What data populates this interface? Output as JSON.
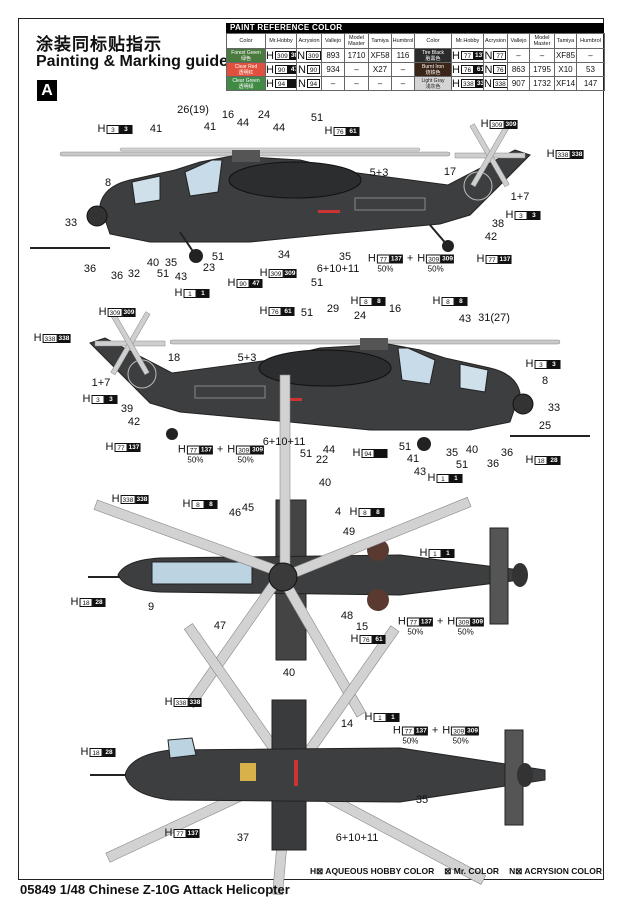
{
  "header": {
    "title_cn": "涂装同标贴指示",
    "title_en": "Painting & Marking guide",
    "marker": "A"
  },
  "paint_table": {
    "title": "PAINT  REFERENCE COLOR",
    "headers": [
      "Color",
      "Mr.Hobby",
      "Acrysion",
      "Vallejo",
      "Model Master",
      "Tamiya",
      "Humbrol",
      "Color",
      "Mr.Hobby",
      "Acrysion",
      "Vallejo",
      "Model Master",
      "Tamiya",
      "Humbrol"
    ],
    "rows": [
      {
        "left": {
          "name": "Forest Green",
          "name_cn": "绿色",
          "swatch": "#4b7a3e",
          "text": "#ffffff",
          "h": "309",
          "m": "309",
          "n": "309",
          "vallejo": "893",
          "mm": "1710",
          "tamiya": "XF58",
          "humbrol": "116"
        },
        "right": {
          "name": "Tire Black",
          "name_cn": "胎黑色",
          "swatch": "#2b2b2b",
          "text": "#ffffff",
          "h": "77",
          "m": "137",
          "n": "77",
          "vallejo": "–",
          "mm": "–",
          "tamiya": "XF85",
          "humbrol": "–"
        }
      },
      {
        "left": {
          "name": "Clear Red",
          "name_cn": "透明红",
          "swatch": "#e0503c",
          "text": "#ffffff",
          "h": "90",
          "m": "47",
          "n": "90",
          "vallejo": "934",
          "mm": "–",
          "tamiya": "X27",
          "humbrol": "–"
        },
        "right": {
          "name": "Burnt Iron",
          "name_cn": "烧铁色",
          "swatch": "#3b2418",
          "text": "#ffffff",
          "h": "76",
          "m": "61",
          "n": "76",
          "vallejo": "863",
          "mm": "1795",
          "tamiya": "X10",
          "humbrol": "53"
        }
      },
      {
        "left": {
          "name": "Clear Green",
          "name_cn": "透明绿",
          "swatch": "#3f8a45",
          "text": "#ffffff",
          "h": "94",
          "m": "",
          "n": "94",
          "vallejo": "–",
          "mm": "–",
          "tamiya": "–",
          "humbrol": "–"
        },
        "right": {
          "name": "Light Gray",
          "name_cn": "浅灰色",
          "swatch": "#d4d4d4",
          "text": "#222222",
          "h": "338",
          "m": "338",
          "n": "338",
          "vallejo": "907",
          "mm": "1732",
          "tamiya": "XF14",
          "humbrol": "147"
        }
      }
    ]
  },
  "views": [
    {
      "callouts": [
        {
          "t": "26(19)"
        },
        {
          "t": "41"
        },
        {
          "t": "41"
        },
        {
          "t": "16"
        },
        {
          "t": "44"
        },
        {
          "t": "24"
        },
        {
          "t": "44"
        },
        {
          "t": "51"
        },
        {
          "h": "76",
          "m": "61"
        },
        {
          "h": "3",
          "m": "3"
        },
        {
          "h": "309",
          "m": "309"
        },
        {
          "h": "338",
          "m": "338"
        },
        {
          "t": "8"
        },
        {
          "t": "5+3"
        },
        {
          "t": "17"
        },
        {
          "t": "1+7"
        },
        {
          "h": "3",
          "m": "3"
        },
        {
          "t": "38"
        },
        {
          "t": "33"
        },
        {
          "t": "42"
        },
        {
          "h": "77",
          "m": "137"
        },
        {
          "t": "36"
        },
        {
          "t": "36"
        },
        {
          "t": "32"
        },
        {
          "t": "40"
        },
        {
          "t": "35"
        },
        {
          "t": "51"
        },
        {
          "t": "43"
        },
        {
          "t": "23"
        },
        {
          "t": "51"
        },
        {
          "t": "34"
        },
        {
          "t": "35"
        },
        {
          "t": "6+10+11"
        },
        {
          "h": "309",
          "m": "309"
        },
        {
          "t": "51"
        },
        {
          "h": "90",
          "m": "47"
        },
        {
          "h": "1",
          "m": "1"
        },
        {
          "mix": [
            {
              "h": "77",
              "m": "137",
              "p": "50%"
            },
            {
              "h": "309",
              "m": "309",
              "p": "50%"
            }
          ]
        }
      ]
    },
    {
      "callouts": [
        {
          "h": "309",
          "m": "309"
        },
        {
          "h": "338",
          "m": "338"
        },
        {
          "h": "76",
          "m": "61"
        },
        {
          "t": "51"
        },
        {
          "t": "18"
        },
        {
          "t": "5+3"
        },
        {
          "t": "1+7"
        },
        {
          "h": "3",
          "m": "3"
        },
        {
          "t": "39"
        },
        {
          "t": "42"
        },
        {
          "h": "77",
          "m": "137"
        },
        {
          "mix": [
            {
              "h": "77",
              "m": "137",
              "p": "50%"
            },
            {
              "h": "309",
              "m": "309",
              "p": "50%"
            }
          ]
        },
        {
          "t": "6+10+11"
        },
        {
          "t": "51"
        },
        {
          "t": "22"
        },
        {
          "h": "8",
          "m": "8"
        },
        {
          "t": "29"
        },
        {
          "t": "24"
        },
        {
          "t": "16"
        },
        {
          "h": "8",
          "m": "8"
        },
        {
          "t": "43"
        },
        {
          "t": "31(27)"
        },
        {
          "h": "3",
          "m": "3"
        },
        {
          "t": "8"
        },
        {
          "t": "33"
        },
        {
          "t": "25"
        },
        {
          "h": "94",
          "m": ""
        },
        {
          "t": "44"
        },
        {
          "t": "51"
        },
        {
          "t": "41"
        },
        {
          "t": "43"
        },
        {
          "t": "35"
        },
        {
          "t": "40"
        },
        {
          "t": "51"
        },
        {
          "t": "36"
        },
        {
          "t": "36"
        },
        {
          "h": "18",
          "m": "28"
        },
        {
          "h": "1",
          "m": "1"
        }
      ]
    },
    {
      "callouts": [
        {
          "t": "40"
        },
        {
          "h": "338",
          "m": "338"
        },
        {
          "h": "8",
          "m": "8"
        },
        {
          "t": "46"
        },
        {
          "t": "45"
        },
        {
          "t": "4"
        },
        {
          "h": "8",
          "m": "8"
        },
        {
          "t": "49"
        },
        {
          "h": "1",
          "m": "1"
        },
        {
          "h": "18",
          "m": "28"
        },
        {
          "t": "9"
        },
        {
          "t": "47"
        },
        {
          "t": "48"
        },
        {
          "t": "15"
        },
        {
          "h": "76",
          "m": "61"
        },
        {
          "mix": [
            {
              "h": "77",
              "m": "137",
              "p": "50%"
            },
            {
              "h": "309",
              "m": "309",
              "p": "50%"
            }
          ]
        },
        {
          "t": "40"
        }
      ]
    },
    {
      "callouts": [
        {
          "h": "338",
          "m": "338"
        },
        {
          "t": "14"
        },
        {
          "h": "1",
          "m": "1"
        },
        {
          "mix": [
            {
              "h": "77",
              "m": "137",
              "p": "50%"
            },
            {
              "h": "309",
              "m": "309",
              "p": "50%"
            }
          ]
        },
        {
          "h": "18",
          "m": "28"
        },
        {
          "t": "35"
        },
        {
          "h": "77",
          "m": "137"
        },
        {
          "t": "37"
        },
        {
          "t": "6+10+11"
        }
      ]
    }
  ],
  "legend": {
    "aqueous": "H⊠ AQUEOUS HOBBY COLOR",
    "mr_color": "⊠ Mr. COLOR",
    "acrysion": "N⊠ ACRYSION COLOR"
  },
  "footer": {
    "title": "05849 1/48  Chinese Z-10G Attack Helicopter"
  }
}
